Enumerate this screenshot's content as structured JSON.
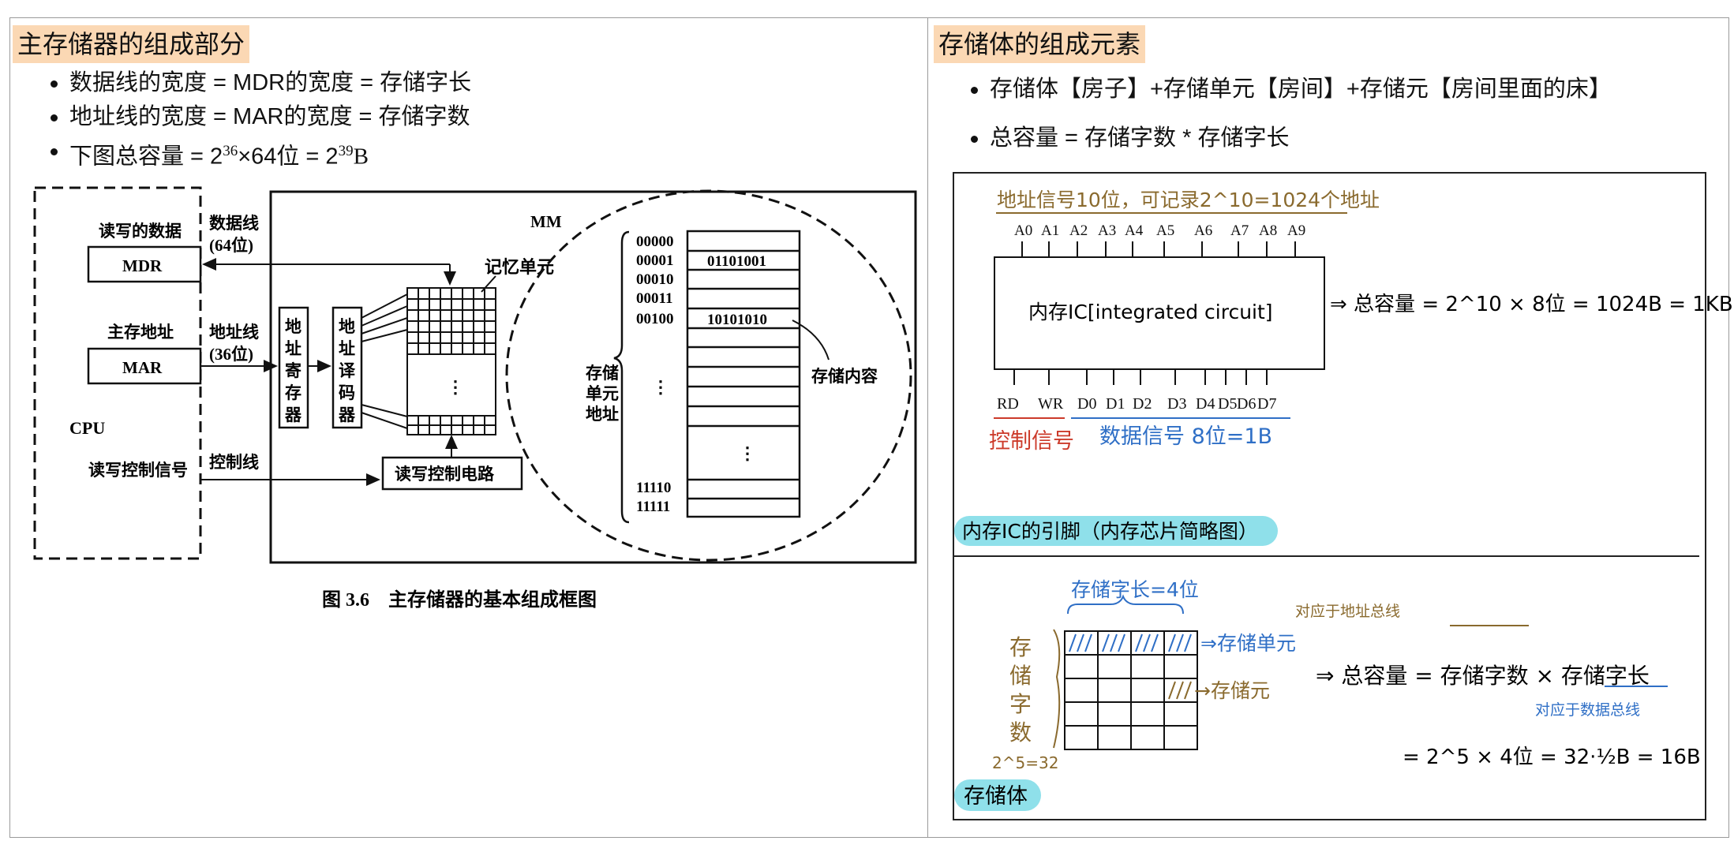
{
  "left": {
    "header": "主存储器的组成部分",
    "bullets": [
      "数据线的宽度 = MDR的宽度 = 存储字长",
      "地址线的宽度 = MAR的宽度 = 存储字数"
    ],
    "bullet3": {
      "prefix": "下图总容量 = 2",
      "exp1": "36",
      "mid": "×64位 = 2",
      "exp2": "39",
      "suffix": "B"
    },
    "diagram": {
      "cpu": "CPU",
      "mdr_label": "读写的数据",
      "mdr": "MDR",
      "mar_label": "主存地址",
      "mar": "MAR",
      "rw_signal": "读写控制信号",
      "data_line": "数据线",
      "data_width": "(64位)",
      "addr_line": "地址线",
      "addr_width": "(36位)",
      "ctrl_line": "控制线",
      "addr_reg": [
        "地",
        "址",
        "寄",
        "存",
        "器"
      ],
      "addr_dec": [
        "地",
        "址",
        "译",
        "码",
        "器"
      ],
      "mm": "MM",
      "memory_cell": "记忆单元",
      "rw_circuit": "读写控制电路",
      "cell_addr": [
        "存储",
        "单元",
        "地址"
      ],
      "addresses_top": [
        "00000",
        "00001",
        "00010",
        "00011",
        "00100"
      ],
      "addresses_bottom": [
        "11110",
        "11111"
      ],
      "contents": [
        "",
        "01101001",
        "",
        "",
        "10101010"
      ],
      "storage_content": "存储内容",
      "ellipsis": "⋮",
      "caption": "图 3.6　主存储器的基本组成框图"
    }
  },
  "right": {
    "header": "存储体的组成元素",
    "bullets": [
      "存储体【房子】+存储单元【房间】+存储元【房间里面的床】",
      "总容量 = 存储字数 * 存储字长"
    ],
    "note1": {
      "title": "地址信号10位，可记录2^10=1024个地址",
      "pins_top": [
        "A0",
        "A1",
        "A2",
        "A3",
        "A4",
        "A5",
        "A6",
        "A7",
        "A8",
        "A9"
      ],
      "chip": "内存IC[integrated circuit]",
      "formula": "⇒ 总容量 = 2^10 × 8位 = 1024B = 1KB",
      "pins_bottom": [
        "RD",
        "WR",
        "D0",
        "D1",
        "D2",
        "D3",
        "D4",
        "D5",
        "D6",
        "D7"
      ],
      "ctrl_label": "控制信号",
      "data_label": "数据信号 8位=1B",
      "highlight": "内存IC的引脚（内存芯片简略图）",
      "colors": {
        "brown": "#8a6a2e",
        "red": "#cc3a2a",
        "blue": "#2f6fc6",
        "cyan": "#8fe0ea"
      }
    },
    "note2": {
      "word_len": "存储字长=4位",
      "word_count": [
        "存",
        "储",
        "字",
        "数"
      ],
      "count_val": "2^5=32",
      "unit": "⇒存储单元",
      "element": "→存储元",
      "total": "⇒ 总容量 = 存储字数 × 存储字长",
      "addr_note": "对应于地址总线",
      "data_note": "对应于数据总线",
      "calc": "= 2^5 × 4位 = 32·½B = 16B",
      "highlight": "存储体"
    }
  }
}
